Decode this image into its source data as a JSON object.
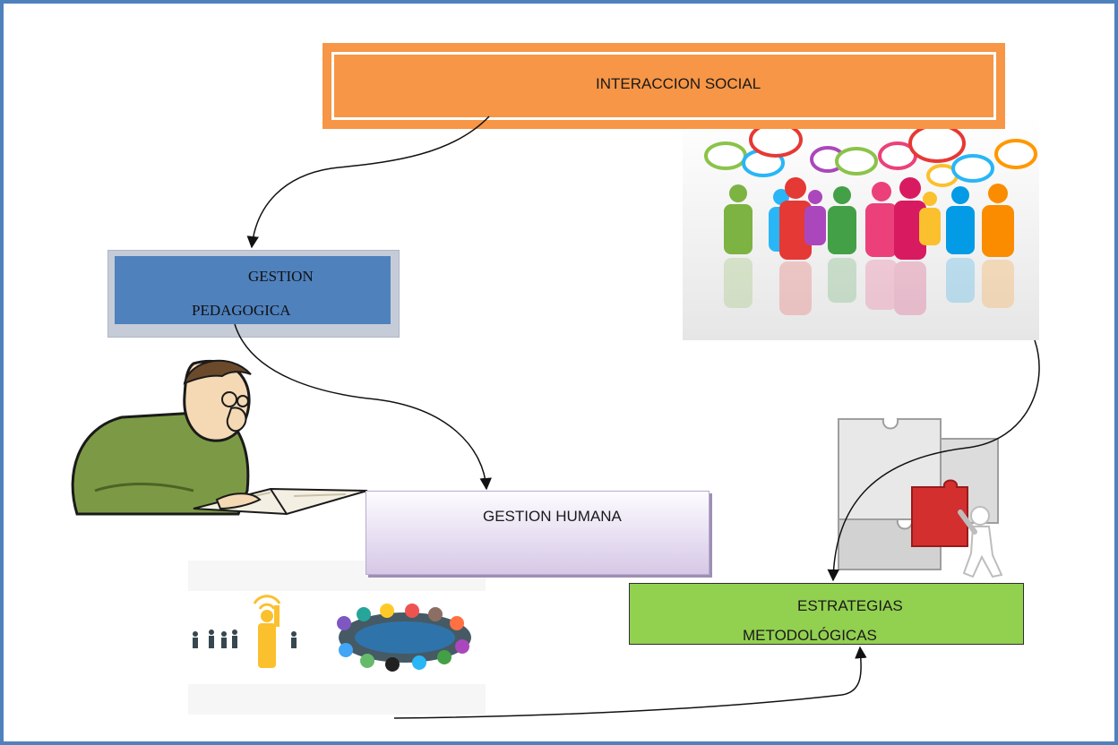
{
  "diagram": {
    "nodes": {
      "interaccion_social": "INTERACCION SOCIAL",
      "gestion_pedagogica": {
        "line1": "GESTION",
        "line2": "PEDAGOGICA"
      },
      "gestion_humana": "GESTION HUMANA",
      "estrategias": {
        "line1": "ESTRATEGIAS",
        "line2": "METODOLÓGICAS"
      }
    },
    "edges": [
      {
        "from": "interaccion_social",
        "to": "gestion_pedagogica"
      },
      {
        "from": "gestion_pedagogica",
        "to": "gestion_humana"
      },
      {
        "from": "interaccion_social",
        "to": "estrategias"
      },
      {
        "from": "gestion_humana",
        "to": "estrategias"
      }
    ]
  },
  "colors": {
    "frame": "#4f81bd",
    "interaccion_social": "#f79646",
    "gestion_pedagogica": "#4f81bd",
    "gestion_humana": "#e4dcef",
    "estrategias": "#92d050"
  }
}
